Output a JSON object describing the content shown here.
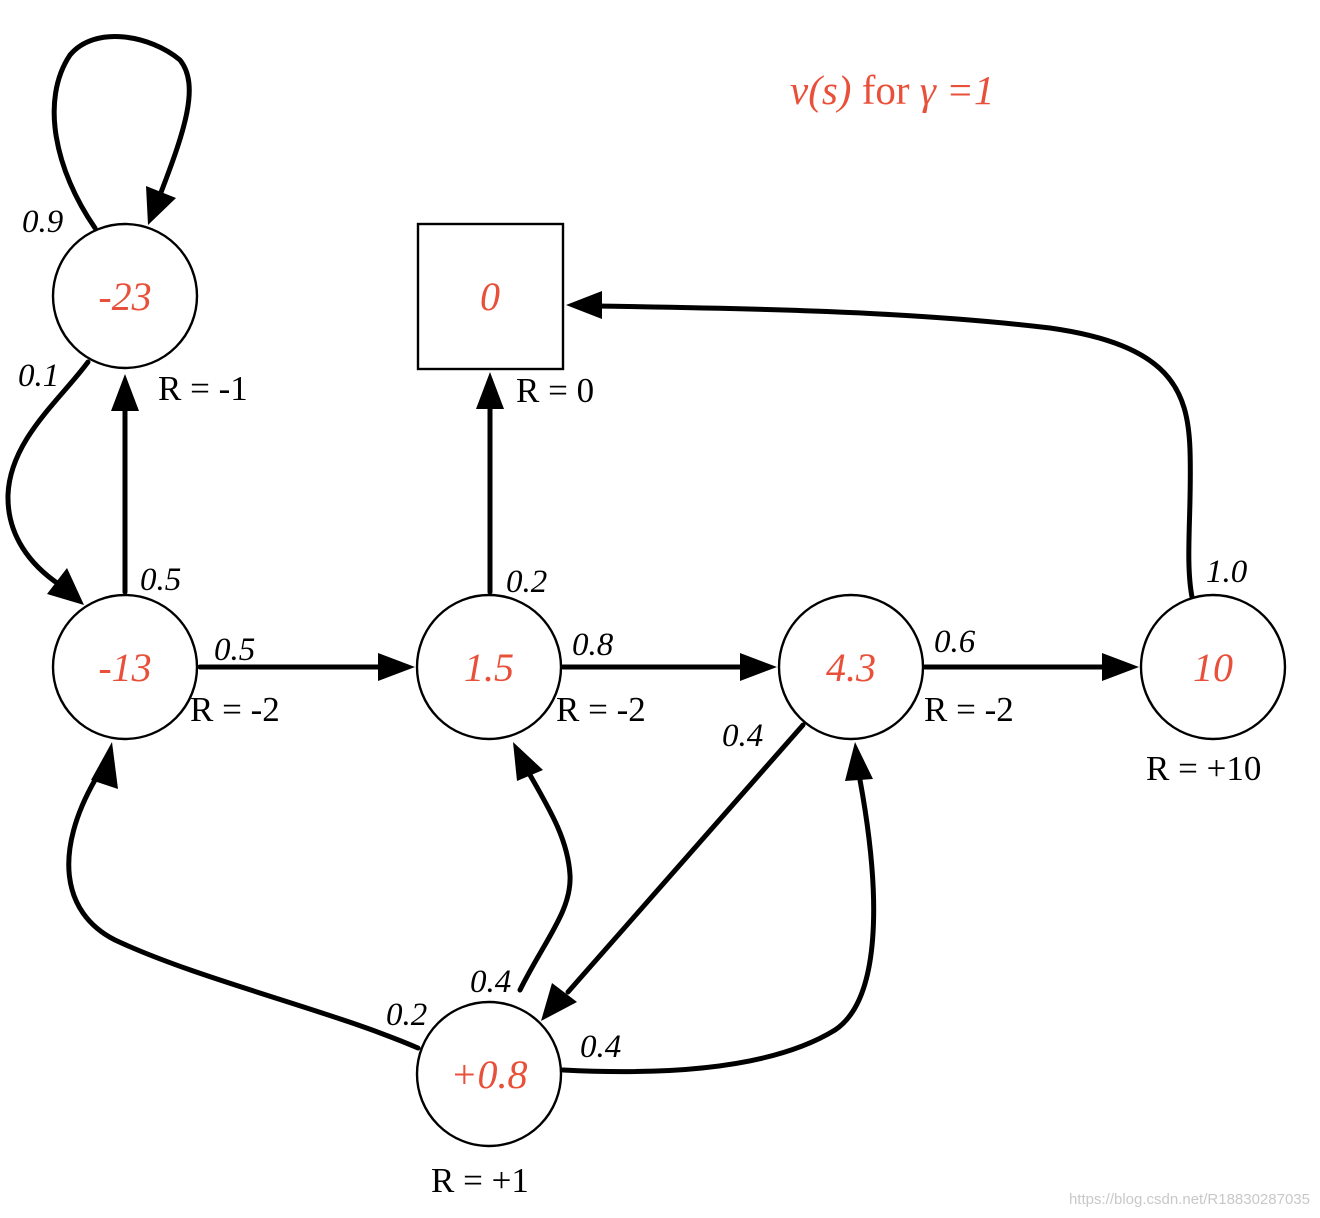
{
  "title": {
    "prefix": "v(s)",
    "middle": " for ",
    "suffix": "γ =1"
  },
  "states": {
    "facebook": {
      "value": "-23",
      "reward": "R = -1"
    },
    "class1": {
      "value": "-13",
      "reward": "R = -2"
    },
    "class2": {
      "value": "1.5",
      "reward": "R = -2"
    },
    "class3": {
      "value": "4.3",
      "reward": "R = -2"
    },
    "pass": {
      "value": "10",
      "reward": "R = +10"
    },
    "pub": {
      "value": "+0.8",
      "reward": "R = +1"
    },
    "sleep": {
      "value": "0",
      "reward": "R = 0"
    }
  },
  "probabilities": {
    "facebook_loop": "0.9",
    "facebook_to_class1": "0.1",
    "class1_to_facebook": "0.5",
    "class1_to_class2": "0.5",
    "class2_to_sleep": "0.2",
    "class2_to_class3": "0.8",
    "class3_to_pass": "0.6",
    "class3_to_pub": "0.4",
    "pass_to_sleep": "1.0",
    "pub_to_class1": "0.2",
    "pub_to_class2": "0.4",
    "pub_to_class3": "0.4"
  },
  "watermark": "https://blog.csdn.net/R18830287035"
}
